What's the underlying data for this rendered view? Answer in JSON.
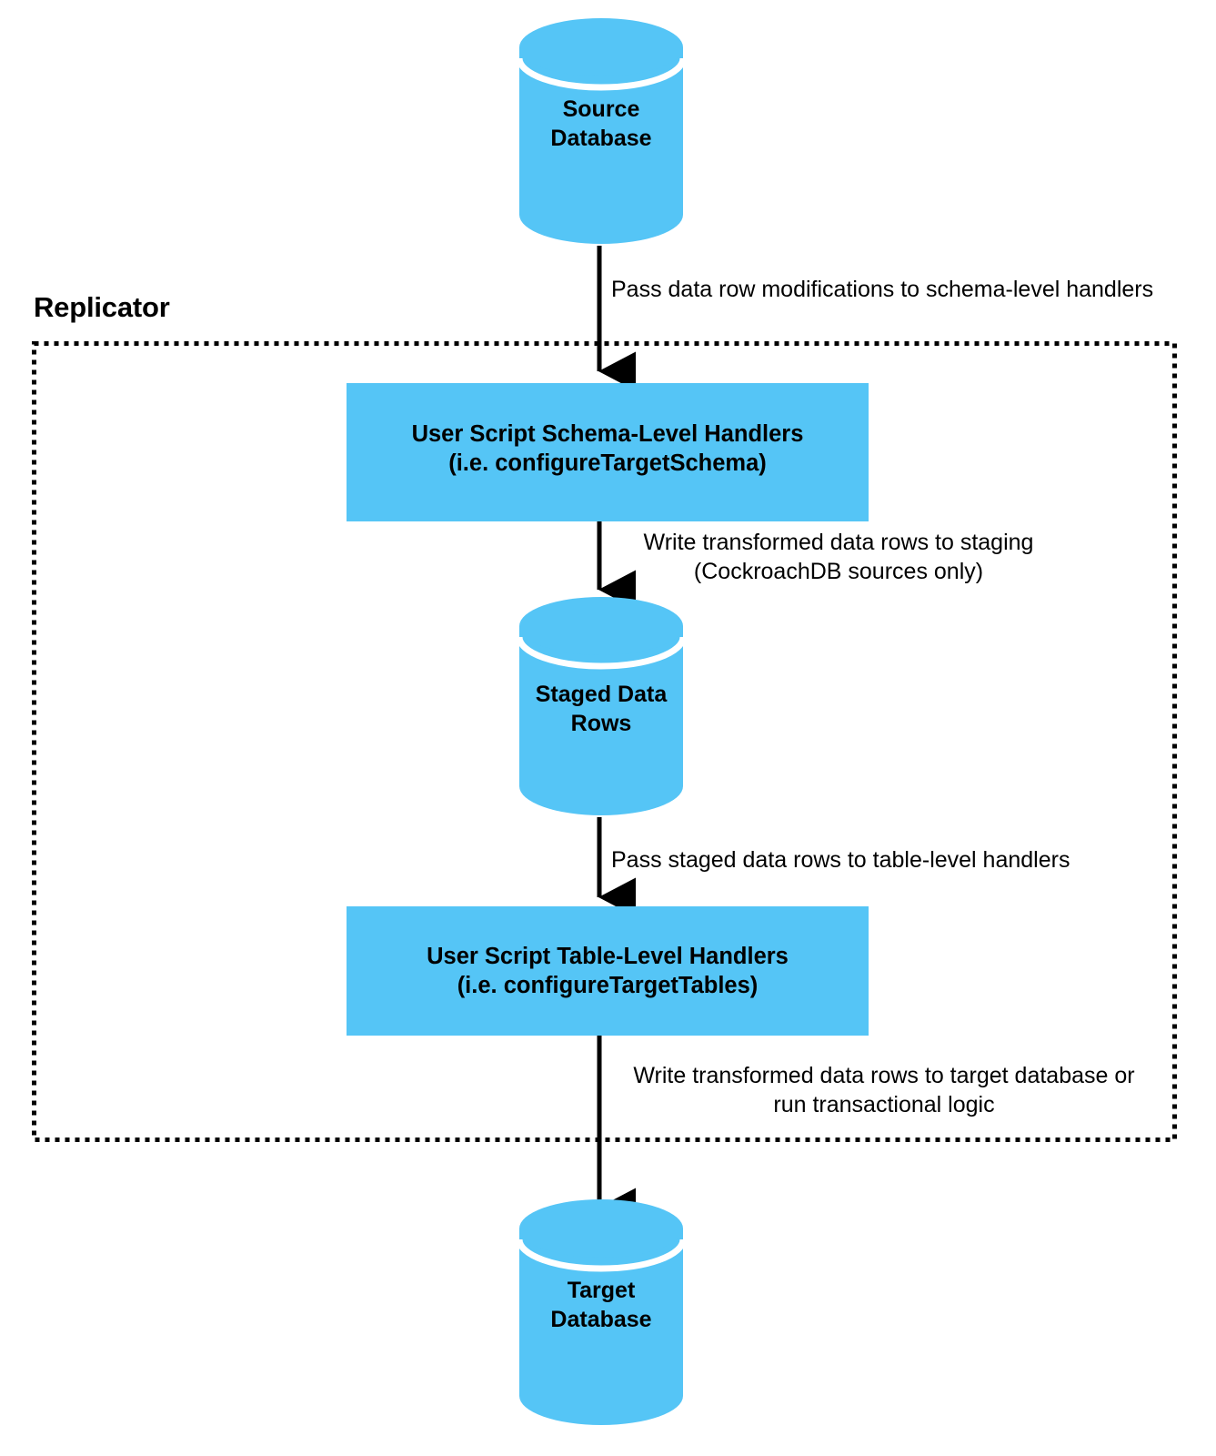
{
  "diagram": {
    "title": "Replicator data flow",
    "colors": {
      "node_fill": "#55c5f6",
      "stroke": "#000000",
      "background": "#ffffff",
      "separator": "#ffffff"
    },
    "group": {
      "label": "Replicator",
      "border_style": "dotted"
    },
    "nodes": [
      {
        "id": "source-database",
        "shape": "cylinder",
        "label": "Source\nDatabase"
      },
      {
        "id": "schema-level-handlers",
        "shape": "rectangle",
        "label": "User Script Schema-Level Handlers\n(i.e. configureTargetSchema)"
      },
      {
        "id": "staged-data-rows",
        "shape": "cylinder",
        "label": "Staged Data\nRows"
      },
      {
        "id": "table-level-handlers",
        "shape": "rectangle",
        "label": "User Script Table-Level Handlers\n(i.e. configureTargetTables)"
      },
      {
        "id": "target-database",
        "shape": "cylinder",
        "label": "Target\nDatabase"
      }
    ],
    "edges": [
      {
        "id": "edge-source-to-schema",
        "from": "source-database",
        "to": "schema-level-handlers",
        "label": "Pass data row modifications to schema-level handlers"
      },
      {
        "id": "edge-schema-to-staged",
        "from": "schema-level-handlers",
        "to": "staged-data-rows",
        "label": "Write transformed data rows to staging\n(CockroachDB sources only)"
      },
      {
        "id": "edge-staged-to-table",
        "from": "staged-data-rows",
        "to": "table-level-handlers",
        "label": "Pass staged data rows to table-level handlers"
      },
      {
        "id": "edge-table-to-target",
        "from": "table-level-handlers",
        "to": "target-database",
        "label": "Write transformed data rows to target database or\nrun transactional logic"
      }
    ]
  }
}
